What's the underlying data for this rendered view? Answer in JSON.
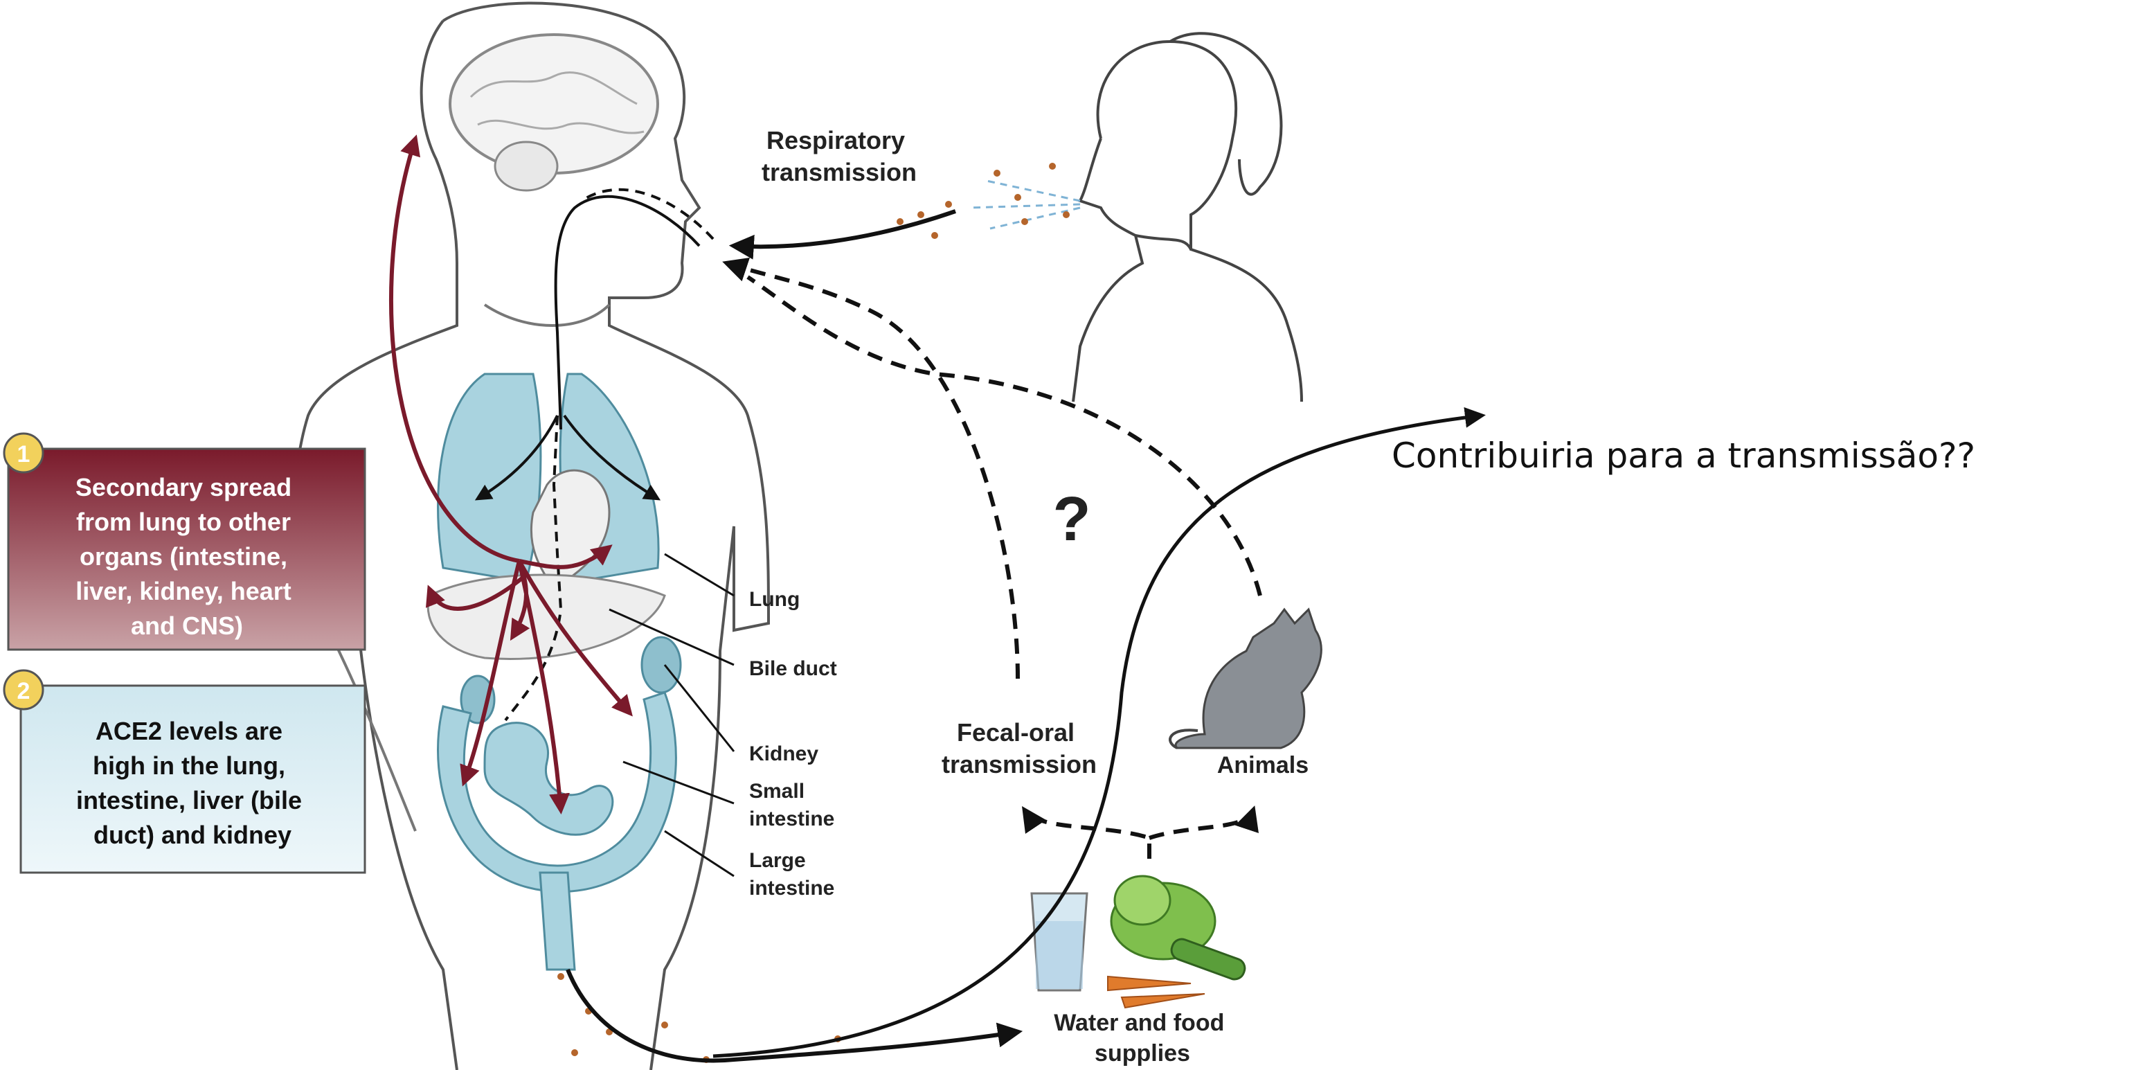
{
  "callout": "Contribuiria para a transmissão??",
  "boxes": [
    {
      "number": "1",
      "lines": [
        "Secondary spread",
        "from lung to other",
        "organs (intestine,",
        "liver, kidney, heart",
        "and CNS)"
      ],
      "fill_top": "#7a1a2b",
      "fill_bottom": "#c9a2a6",
      "text_color": "#ffffff"
    },
    {
      "number": "2",
      "lines": [
        "ACE2 levels are",
        "high in the lung,",
        "intestine, liver (bile",
        "duct) and kidney"
      ],
      "fill_top": "#d8ecf2",
      "fill_bottom": "#eaf5f8",
      "text_color": "#111111"
    }
  ],
  "labels": {
    "respiratory": [
      "Respiratory",
      "transmission"
    ],
    "question_mark": "?",
    "fecal_oral": [
      "Fecal-oral",
      "transmission"
    ],
    "animals": "Animals",
    "water_food": [
      "Water and food",
      "supplies"
    ]
  },
  "organ_labels": [
    "Lung",
    "Bile duct",
    "Kidney",
    "Small",
    "intestine",
    "Large",
    "intestine"
  ],
  "colors": {
    "organ_blue": "#a9d3df",
    "organ_stroke": "#4f8c9e",
    "spread_arrow": "#7a1a2b",
    "badge": "#f2d15c",
    "line": "#111111",
    "droplet": "#b5652b"
  }
}
